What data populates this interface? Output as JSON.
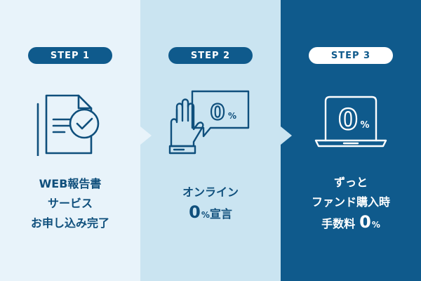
{
  "steps": [
    {
      "badge": "STEP 1",
      "lines": [
        "WEB報告書",
        "サービス",
        "お申し込み完了"
      ]
    },
    {
      "badge": "STEP 2",
      "line1": "オンライン",
      "zero": "0",
      "percent": "%",
      "rest": "宣言"
    },
    {
      "badge": "STEP 3",
      "line1": "ずっと",
      "line2": "ファンド購入時",
      "lead": "手数料",
      "zero": "0",
      "percent": "%"
    }
  ],
  "icons": {
    "step2_bubble_zero": "0",
    "step2_bubble_percent": "%",
    "step3_screen_zero": "0",
    "step3_screen_percent": "%"
  },
  "colors": {
    "panel1": "#e8f3fa",
    "panel2": "#cae4f1",
    "panel3": "#0f5a8c",
    "dark": "#0f4f7c",
    "white": "#ffffff"
  }
}
